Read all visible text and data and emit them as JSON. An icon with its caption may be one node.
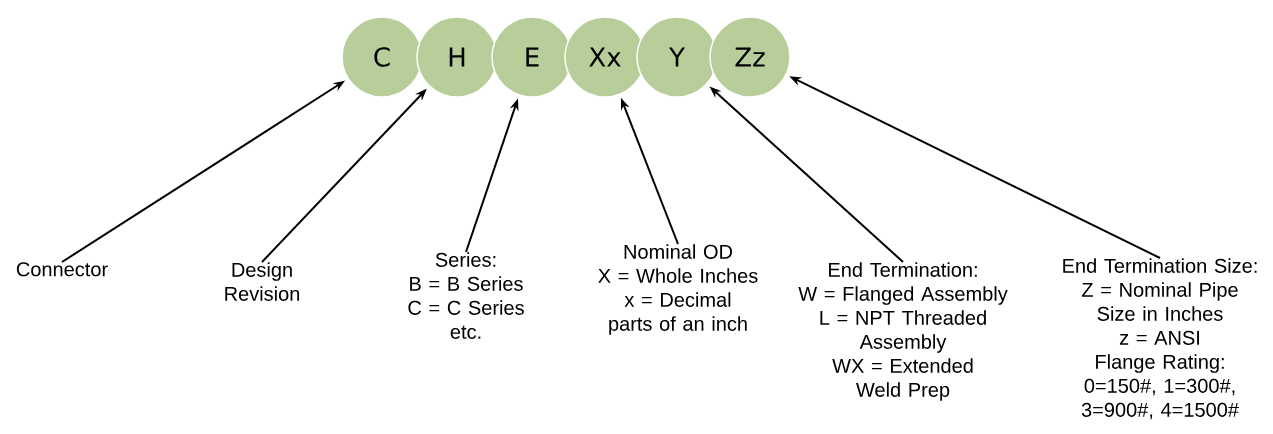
{
  "diagram": {
    "nodes": [
      {
        "text": [
          "C"
        ]
      },
      {
        "text": [
          "H"
        ]
      },
      {
        "text": [
          "E"
        ]
      },
      {
        "text": [
          "Xx"
        ]
      },
      {
        "text": [
          "Y"
        ]
      },
      {
        "text": [
          "Zz"
        ]
      },
      {
        "text": [
          "Connector"
        ]
      },
      {
        "text": [
          "Design Revision"
        ]
      },
      {
        "text": [
          "Series:",
          "B = B Series",
          "C = C Series",
          "etc."
        ]
      },
      {
        "text": [
          "Nominal OD",
          "X = Whole Inches",
          "x = Decimal parts of an inch"
        ]
      },
      {
        "text": [
          "End Termination:",
          "W = Flanged Assembly",
          "L = NPT Threaded Assembly",
          "WX = Extended Weld Prep"
        ]
      },
      {
        "text": [
          "End Termination Size:",
          "Z = Nominal Pipe Size in Inches",
          "z = ANSI Flange Rating: 0=150#, 1=300#, 3=900#, 4=1500#"
        ]
      }
    ],
    "edges": [
      {
        "from": 6,
        "to": 0,
        "arrow": "to"
      },
      {
        "from": 7,
        "to": 1,
        "arrow": "to"
      },
      {
        "from": 8,
        "to": 2,
        "arrow": "to"
      },
      {
        "from": 9,
        "to": 3,
        "arrow": "to"
      },
      {
        "from": 10,
        "to": 4,
        "arrow": "to"
      },
      {
        "from": 11,
        "to": 5,
        "arrow": "to"
      }
    ]
  }
}
